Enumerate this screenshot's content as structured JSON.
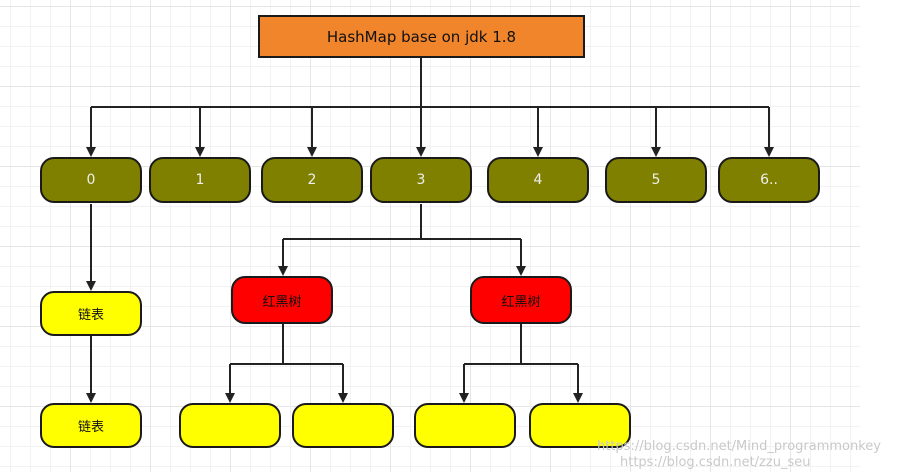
{
  "root": {
    "label": "HashMap base on jdk 1.8"
  },
  "buckets": [
    {
      "label": "0"
    },
    {
      "label": "1"
    },
    {
      "label": "2"
    },
    {
      "label": "3"
    },
    {
      "label": "4"
    },
    {
      "label": "5"
    },
    {
      "label": "6.."
    }
  ],
  "linked_list_label": "链表",
  "red_black_tree_label": "红黑树",
  "watermark": {
    "line1": "https://blog.csdn.net/Mind_programmonkey",
    "line2": "https://blog.csdn.net/zzu_seu"
  },
  "colors": {
    "root": "#f0852c",
    "bucket": "#808000",
    "red_black_tree": "#ff0000",
    "linked_list": "#ffff00"
  }
}
